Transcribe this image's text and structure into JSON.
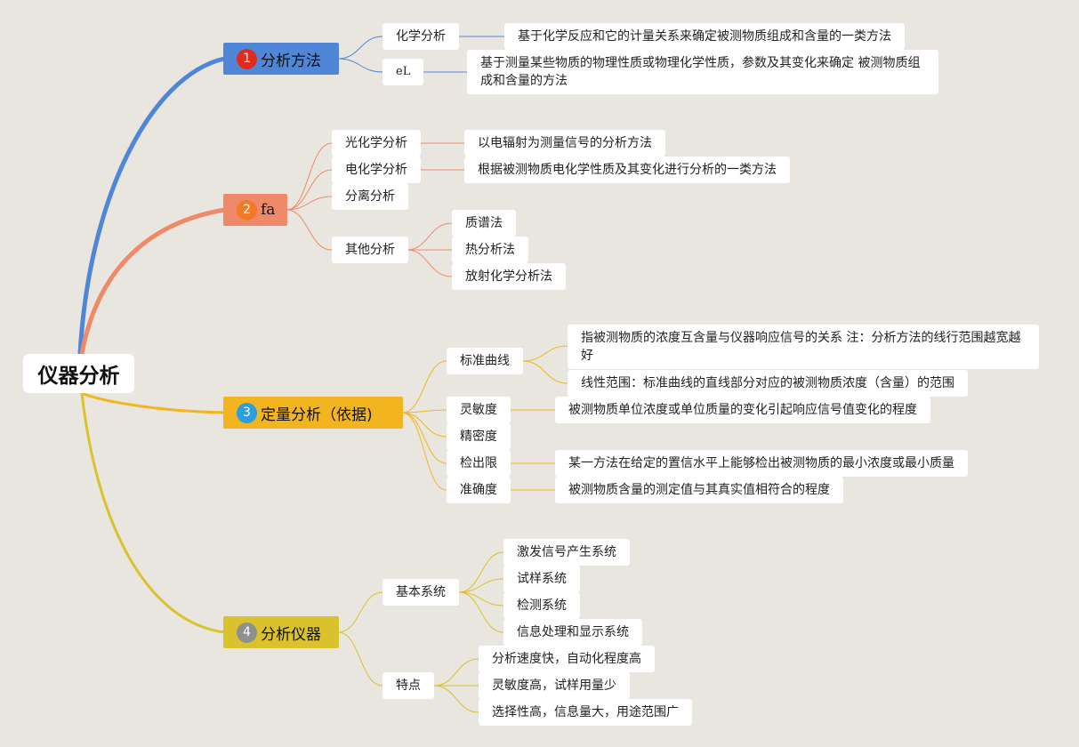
{
  "colors": {
    "background": "#e8e6df",
    "branch1": "#4f86d8",
    "branch2": "#f0896a",
    "branch3": "#f2b520",
    "branch4": "#d9c22c",
    "badge1": "#e02b1e",
    "badge2": "#f07a27",
    "badge3": "#2a9ee0",
    "badge4": "#8f8f8f"
  },
  "root": {
    "title": "仪器分析"
  },
  "branches": [
    {
      "badge": "1",
      "label": "分析方法",
      "items": [
        {
          "label": "化学分析",
          "desc": "基于化学反应和它的计量关系来确定被测物质组成和含量的一类方法"
        },
        {
          "label": "eL",
          "desc": "基于测量某些物质的物理性质或物理化学性质，参数及其变化来确定 被测物质组成和含量的方法"
        }
      ]
    },
    {
      "badge": "2",
      "label": "fa",
      "items": [
        {
          "label": "光化学分析",
          "desc": "以电辐射为测量信号的分析方法"
        },
        {
          "label": "电化学分析",
          "desc": "根据被测物质电化学性质及其变化进行分析的一类方法"
        },
        {
          "label": "分离分析"
        },
        {
          "label": "其他分析",
          "children": [
            "质谱法",
            "热分析法",
            "放射化学分析法"
          ]
        }
      ]
    },
    {
      "badge": "3",
      "label": "定量分析（依据)",
      "items": [
        {
          "label": "标准曲线",
          "children": [
            "指被测物质的浓度互含量与仪器响应信号的关系 注：分析方法的线行范围越宽越好",
            "线性范围：标准曲线的直线部分对应的被测物质浓度（含量）的范围"
          ]
        },
        {
          "label": "灵敏度",
          "desc": "被测物质单位浓度或单位质量的变化引起响应信号值变化的程度"
        },
        {
          "label": "精密度"
        },
        {
          "label": "检出限",
          "desc": "某一方法在给定的置信水平上能够检出被测物质的最小浓度或最小质量"
        },
        {
          "label": "准确度",
          "desc": "被测物质含量的测定值与其真实值相符合的程度"
        }
      ]
    },
    {
      "badge": "4",
      "label": "分析仪器",
      "items": [
        {
          "label": "基本系统",
          "children": [
            "激发信号产生系统",
            "试样系统",
            "检测系统",
            "信息处理和显示系统"
          ]
        },
        {
          "label": "特点",
          "children": [
            "分析速度快，自动化程度高",
            "灵敏度高，试样用量少",
            "选择性高，信息量大，用途范围广"
          ]
        }
      ]
    }
  ]
}
